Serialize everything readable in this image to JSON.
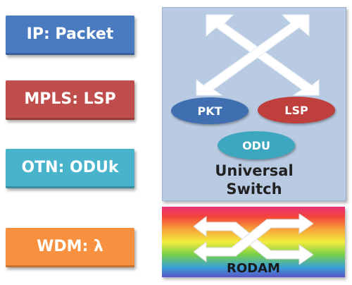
{
  "layers": [
    {
      "id": "ip",
      "label": "IP: Packet",
      "color": "#4a7bc0"
    },
    {
      "id": "mpls",
      "label": "MPLS: LSP",
      "color": "#bf4d4b"
    },
    {
      "id": "otn",
      "label": "OTN: ODUk",
      "color": "#4ab3cc"
    },
    {
      "id": "wdm",
      "label": "WDM: λ",
      "color": "#f7913f"
    }
  ],
  "universal_switch": {
    "label_line1": "Universal",
    "label_line2": "Switch",
    "ovals": [
      {
        "label": "PKT",
        "color": "#3f6fb0"
      },
      {
        "label": "LSP",
        "color": "#bf3f3d"
      },
      {
        "label": "ODU",
        "color": "#3ea7c0"
      }
    ],
    "icon": "crossed-four-way-arrows-icon",
    "background": "#b9cbe2"
  },
  "rodam": {
    "label": "RODAM",
    "icon": "crossing-double-arrows-icon"
  }
}
